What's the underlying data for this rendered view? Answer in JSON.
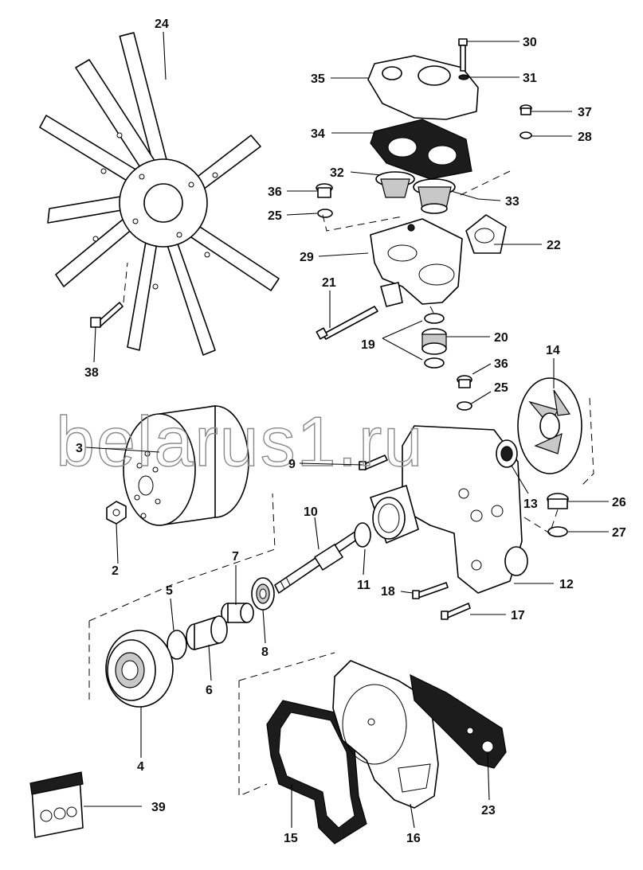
{
  "watermark": "belarus1.ru",
  "callouts": [
    {
      "id": "24"
    },
    {
      "id": "30"
    },
    {
      "id": "35"
    },
    {
      "id": "31"
    },
    {
      "id": "37"
    },
    {
      "id": "34"
    },
    {
      "id": "28"
    },
    {
      "id": "32"
    },
    {
      "id": "36"
    },
    {
      "id": "33"
    },
    {
      "id": "25"
    },
    {
      "id": "22"
    },
    {
      "id": "29"
    },
    {
      "id": "21"
    },
    {
      "id": "38"
    },
    {
      "id": "20"
    },
    {
      "id": "19"
    },
    {
      "id": "14"
    },
    {
      "id": "36"
    },
    {
      "id": "25"
    },
    {
      "id": "3"
    },
    {
      "id": "9"
    },
    {
      "id": "26"
    },
    {
      "id": "13"
    },
    {
      "id": "27"
    },
    {
      "id": "10"
    },
    {
      "id": "2"
    },
    {
      "id": "7"
    },
    {
      "id": "11"
    },
    {
      "id": "12"
    },
    {
      "id": "5"
    },
    {
      "id": "18"
    },
    {
      "id": "17"
    },
    {
      "id": "8"
    },
    {
      "id": "6"
    },
    {
      "id": "4"
    },
    {
      "id": "23"
    },
    {
      "id": "39"
    },
    {
      "id": "15"
    },
    {
      "id": "16"
    }
  ]
}
